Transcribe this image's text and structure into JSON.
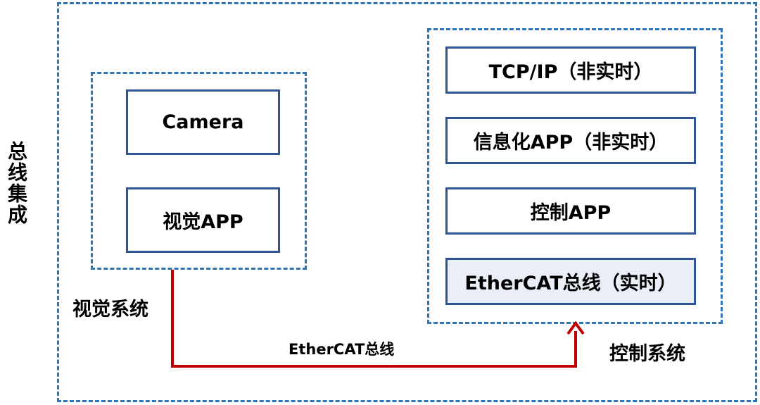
{
  "outer": {
    "label": "总线集成"
  },
  "vision_system": {
    "label": "视觉系统",
    "blocks": [
      "Camera",
      "视觉APP"
    ]
  },
  "control_system": {
    "label": "控制系统",
    "blocks": [
      "TCP/IP（非实时）",
      "信息化APP（非实时）",
      "控制APP",
      "EtherCAT总线（实时）"
    ]
  },
  "connection": {
    "label": "EtherCAT总线",
    "color": "#c00000"
  },
  "colors": {
    "dashed_border": "#2e75b6",
    "block_border": "#2f5597",
    "realtime_fill": "#e9eef7"
  }
}
